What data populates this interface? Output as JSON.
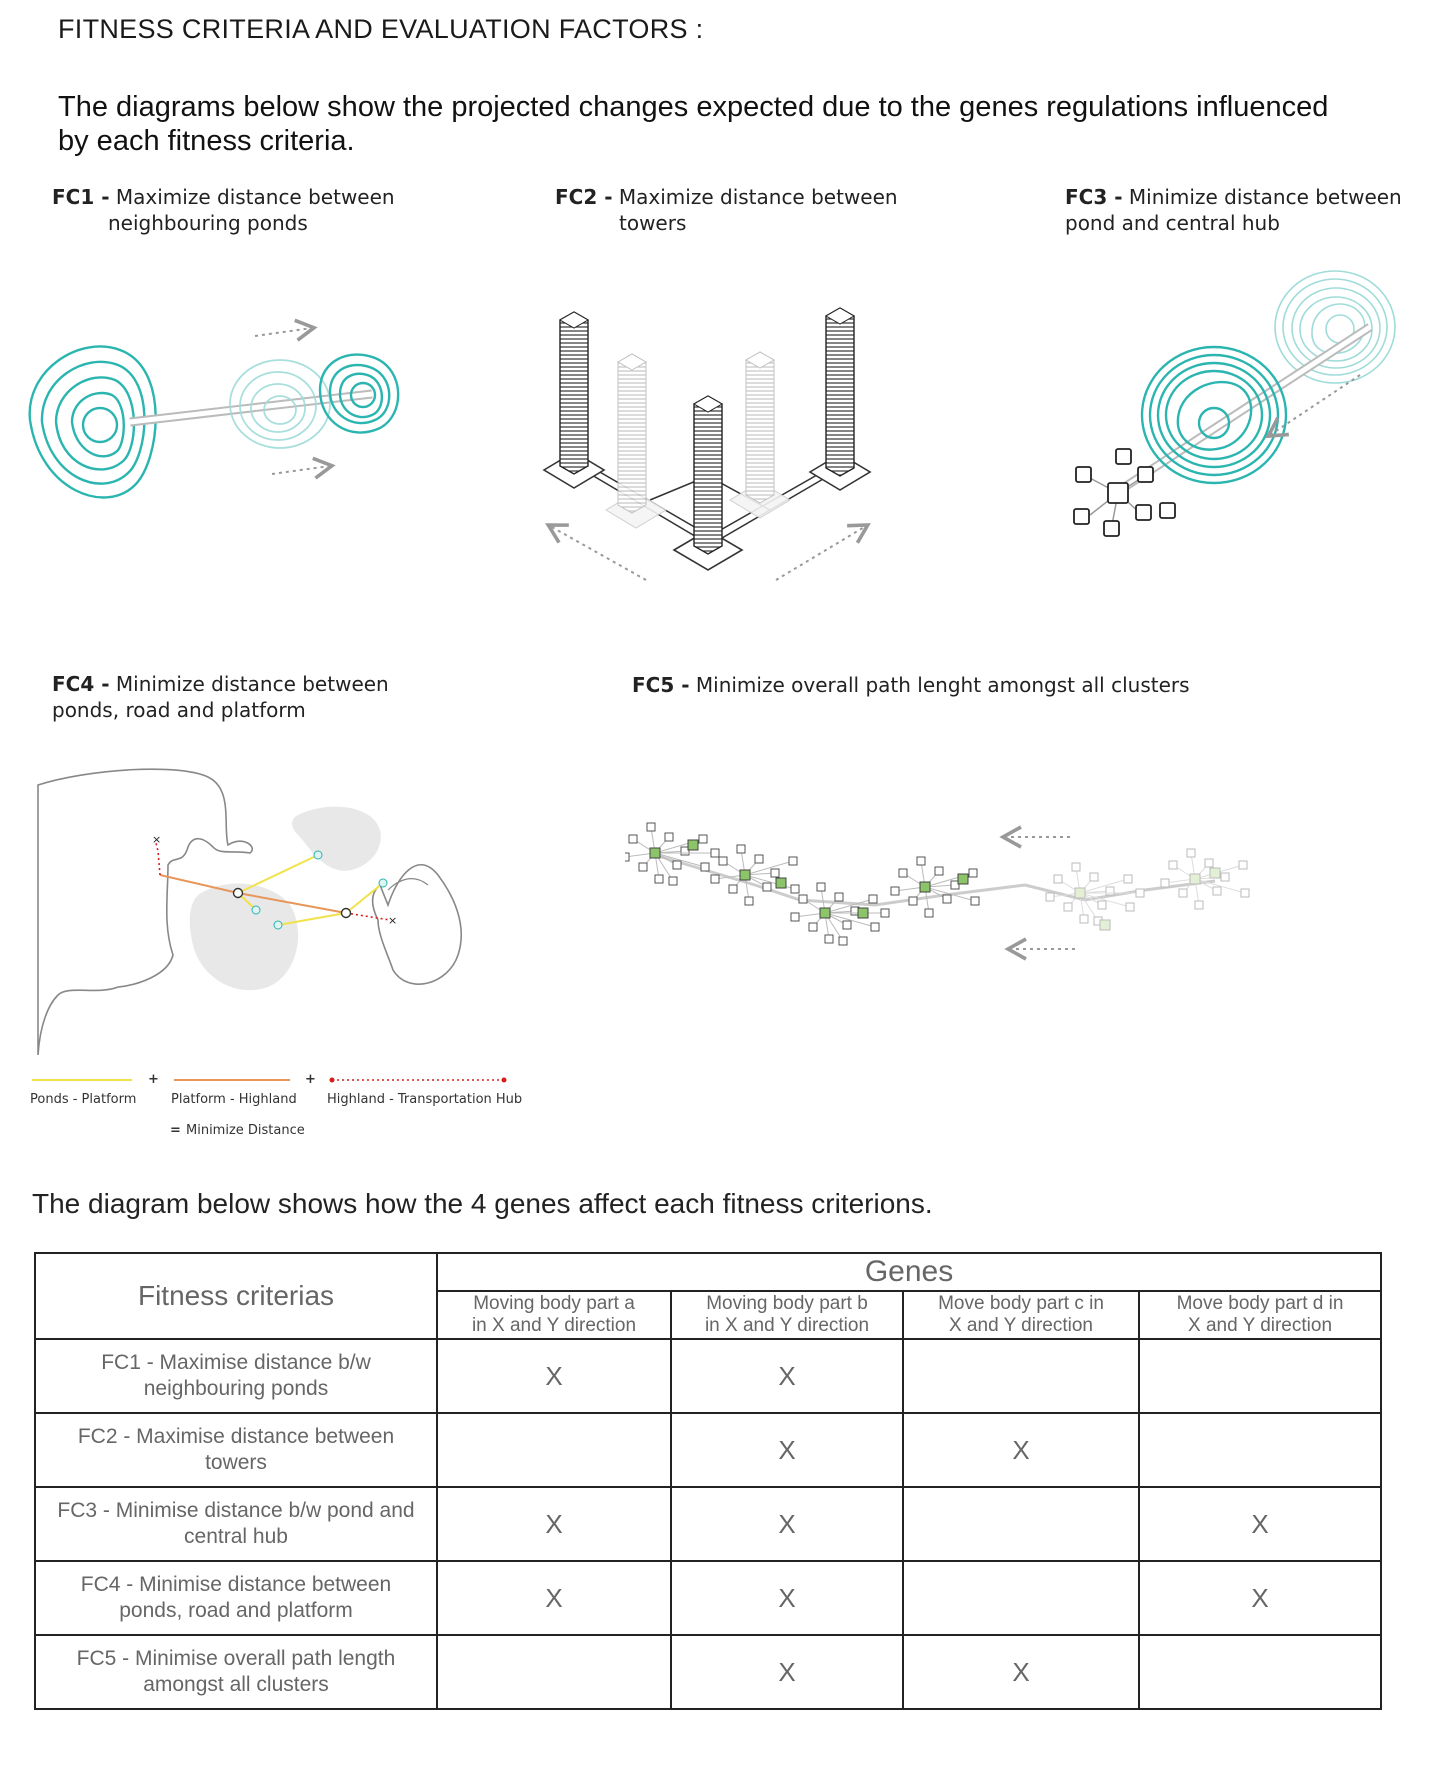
{
  "heading": "FITNESS CRITERIA AND EVALUATION FACTORS :",
  "intro": "The diagrams below show the projected changes expected due to the genes regulations influenced by each fitness criteria.",
  "criteria": [
    {
      "code": "FC1 -",
      "line1": "Maximize distance between",
      "line2": "neighbouring  ponds"
    },
    {
      "code": "FC2 -",
      "line1": "Maximize distance between",
      "line2": "towers"
    },
    {
      "code": "FC3 -",
      "line1": "Minimize distance between",
      "line2": "pond and central hub"
    },
    {
      "code": "FC4 -",
      "line1": "Minimize distance between",
      "line2": "ponds, road and platform"
    },
    {
      "code": "FC5 -",
      "line1": "Minimize overall path lenght amongst all clusters",
      "line2": ""
    }
  ],
  "legend": {
    "ponds_platform": "Ponds - Platform",
    "plus1": "+",
    "platform_highland": "Platform - Highland",
    "plus2": "+",
    "highland_hub": "Highland - Transportation Hub",
    "equals": "=",
    "minimize": "Minimize Distance",
    "colors": {
      "yellow": "#f2e24a",
      "orange": "#e8955a",
      "red": "#d81b1b"
    }
  },
  "section2": "The diagram below shows how the 4 genes affect each fitness criterions.",
  "table": {
    "header_fc": "Fitness criterias",
    "header_genes": "Genes",
    "genes": [
      {
        "line1": "Moving body part a",
        "line2": "in X and Y direction"
      },
      {
        "line1": "Moving body part b",
        "line2": "in X and Y direction"
      },
      {
        "line1": "Move body part c  in",
        "line2": "X and Y direction"
      },
      {
        "line1": "Move body part d  in",
        "line2": "X and Y direction"
      }
    ],
    "rows": [
      {
        "line1": "FC1 - Maximise distance b/w",
        "line2": "neighbouring ponds",
        "marks": [
          "X",
          "X",
          "",
          ""
        ]
      },
      {
        "line1": "FC2 - Maximise distance between",
        "line2": "towers",
        "marks": [
          "",
          "X",
          "X",
          ""
        ]
      },
      {
        "line1": "FC3 - Minimise distance b/w pond and",
        "line2": "central hub",
        "marks": [
          "X",
          "X",
          "",
          "X"
        ]
      },
      {
        "line1": "FC4 - Minimise distance between",
        "line2": "ponds, road and platform",
        "marks": [
          "X",
          "X",
          "",
          "X"
        ]
      },
      {
        "line1": "FC5 - Minimise overall path length",
        "line2": "amongst all clusters",
        "marks": [
          "",
          "X",
          "X",
          ""
        ]
      }
    ]
  },
  "colors": {
    "teal": "#2bb5b0",
    "teal_light": "#9fdcd9",
    "green": "#8cc46a",
    "grey": "#999999"
  }
}
